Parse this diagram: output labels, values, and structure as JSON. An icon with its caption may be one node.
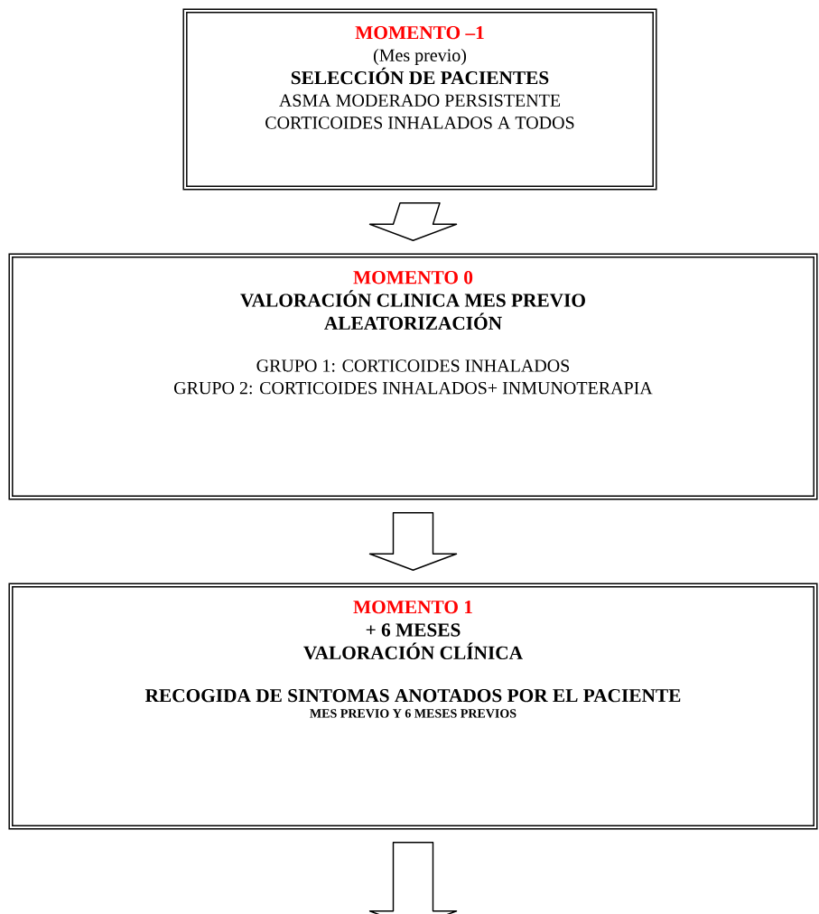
{
  "diagram": {
    "nodes": [
      {
        "text": [
          "MOMENTO –1",
          "(Mes previo)",
          "SELECCIÓN DE PACIENTES",
          "ASMA MODERADO PERSISTENTE",
          "CORTICOIDES INHALADOS A TODOS"
        ]
      },
      {
        "text": [
          "MOMENTO 0",
          "VALORACIÓN CLINICA MES PREVIO",
          "ALEATORIZACIÓN",
          "GRUPO 1: CORTICOIDES INHALADOS",
          "GRUPO 2: CORTICOIDES INHALADOS+ INMUNOTERAPIA"
        ]
      },
      {
        "text": [
          "MOMENTO 1",
          "+ 6 MESES",
          "VALORACIÓN CLÍNICA",
          "RECOGIDA DE SINTOMAS ANOTADOS POR EL PACIENTE",
          "MES PREVIO Y 6 MESES PREVIOS"
        ]
      }
    ],
    "edges": [
      {
        "from": 0,
        "to": 1,
        "arrow": "to"
      },
      {
        "from": 1,
        "to": 2,
        "arrow": "to"
      },
      {
        "from": 2,
        "to": null,
        "arrow": "to"
      }
    ]
  }
}
